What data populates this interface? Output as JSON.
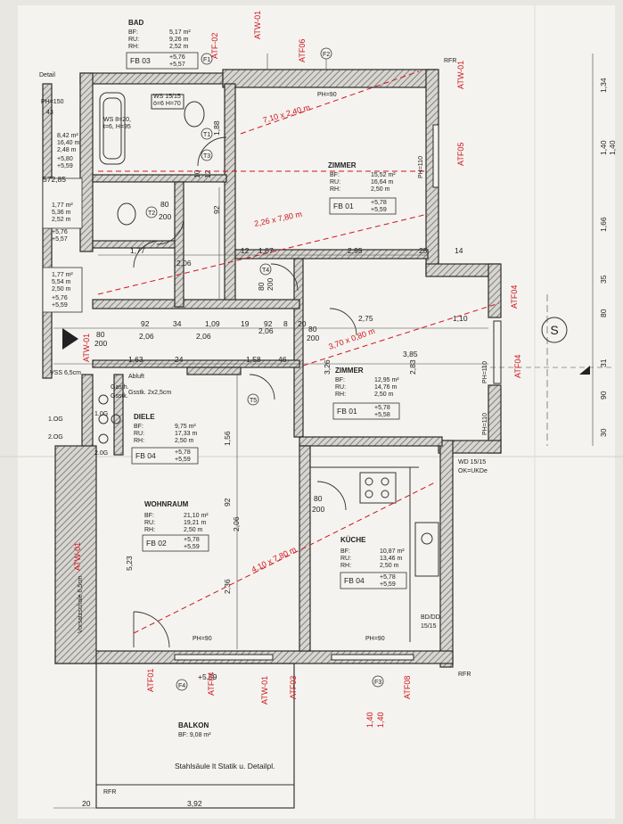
{
  "colors": {
    "paper": "#f4f3ef",
    "wall": "#2b2b2b",
    "hatch": "#777777",
    "red": "#d0141e",
    "line": "#333333"
  },
  "rooms": {
    "bad": {
      "name": "BAD",
      "bf": "5,17 m²",
      "ru": "9,26 m",
      "rh": "2,52 m",
      "fb": "FB 03",
      "h1": "+5,76",
      "h2": "+5,57"
    },
    "zimmer1": {
      "name": "ZIMMER",
      "bf": "15,52 m²",
      "ru": "16,64 m",
      "rh": "2,50 m",
      "fb": "FB 01",
      "h1": "+5,78",
      "h2": "+5,59"
    },
    "zimmer2": {
      "name": "ZIMMER",
      "bf": "12,95 m²",
      "ru": "14,76 m",
      "rh": "2,50 m",
      "fb": "FB 01",
      "h1": "+5,78",
      "h2": "+5,58"
    },
    "diele": {
      "name": "DIELE",
      "bf": "9,75 m²",
      "ru": "17,33 m",
      "rh": "2,50 m",
      "fb": "FB 04",
      "h1": "+5,78",
      "h2": "+5,59"
    },
    "wohnraum": {
      "name": "WOHNRAUM",
      "bf": "21,10 m²",
      "ru": "19,21 m",
      "rh": "2,50 m",
      "fb": "FB 02",
      "h1": "+5,78",
      "h2": "+5,59"
    },
    "kueche": {
      "name": "KÜCHE",
      "bf": "10,87 m²",
      "ru": "13,46 m",
      "rh": "2,50 m",
      "fb": "FB 04",
      "h1": "+5,78",
      "h2": "+5,59"
    },
    "balkon": {
      "name": "BALKON",
      "bf": "BF: 9,08 m²"
    }
  },
  "field_labels": {
    "bf": "BF:",
    "ru": "RU:",
    "rh": "RH:"
  },
  "left_strip": {
    "ph150": "PH=150",
    "detail": "Detail",
    "n43": "43",
    "bf1": "8,42 m²",
    "ru1": "16,40 m",
    "rh1": "2,48 m",
    "h1a": "+5,80",
    "h1b": "+5,59",
    "elev": "572,85",
    "bf2": "1,77 m²",
    "ru2": "5,36 m",
    "rh2": "2,52 m",
    "h2a": "+5,76",
    "h2b": "+5,57",
    "bf3": "1,77 m²",
    "ru3": "5,54 m",
    "rh3": "2,50 m",
    "h3a": "+5,76",
    "h3b": "+5,59",
    "vss": "VSS 6,5cm",
    "og1": "1.OG",
    "og2": "2.OG",
    "vorsatz": "Vorsatzschale 6,5cm"
  },
  "annotations": {
    "ws1": "WS 15/15",
    "ws2": "ö=6 H=70",
    "ws3": "WS 8=20,",
    "ws4": "t=6, H=95",
    "ph90_top": "PH=90",
    "ph90_a": "PH=90",
    "ph90_b": "PH=90",
    "ph110_a": "PH=110",
    "ph110_b": "PH=110",
    "ph110_c": "PH=110",
    "abluft1": "Abluft",
    "abluft2": "Gasth.",
    "abluft3": "Gsstk. 2x2,5cm",
    "abluft4": "Gsstk.",
    "wd": "WD 15/15",
    "ok": "OK=UKDe",
    "bddd": "BD/DD",
    "bddd2": "15/15",
    "stahl": "Stahlsäule lt Statik u. Detailpl.",
    "rfr1": "RFR",
    "rfr2": "RFR",
    "rfr3": "RFR",
    "elev559": "+5,59",
    "n1": "1.0G",
    "n2": "2.0G"
  },
  "dimensions": {
    "d1_77": "1,77",
    "d2_06a": "2,06",
    "d12a": "12",
    "d1_07": "1,07",
    "d2_95": "2,95",
    "d25": "25",
    "d14": "14",
    "d92a": "92",
    "d34": "34",
    "d1_09": "1,09",
    "d19": "19",
    "d92b": "92",
    "d8": "8",
    "d20": "20",
    "d2_75": "2,75",
    "d1_10": "1,10",
    "d2_06b": "2,06",
    "d2_06c": "2,06",
    "d2_06d": "2,06",
    "d1_63": "1,63",
    "d24": "24",
    "d1_58": "1,58",
    "d46": "46",
    "d3_85": "3,85",
    "d80_200a": "80",
    "d80_200a2": "200",
    "d80_200b": "80",
    "d80_200b2": "200",
    "d80_200c": "80",
    "d80_200c2": "200",
    "d80_200d": "80",
    "d80_200d2": "200",
    "d80_200e": "80",
    "d80_200e2": "200",
    "d5_23": "5,23",
    "d1_56": "1,56",
    "d2_36": "2,36",
    "d92v": "92",
    "d2_06v": "2,06",
    "d3_26": "3,26",
    "d2_83": "2,83",
    "d92_top": "92",
    "d1_88": "1,88",
    "d10": "10",
    "d12b": "12",
    "b20": "20",
    "b3_92": "3,92",
    "r1_34": "1,34",
    "r1_40": "1,40",
    "r1_40b": "1,40",
    "r1_66": "1,66",
    "r35": "35",
    "r80": "80",
    "r31": "31",
    "r90": "90",
    "r30": "30"
  },
  "axis_labels": {
    "f1": "F1",
    "f2": "F2",
    "f3": "F3",
    "f4": "F4",
    "t1": "T1",
    "t2": "T2",
    "t3": "T3",
    "t4": "T4",
    "t5": "T5"
  },
  "compass": {
    "letter": "S"
  },
  "handwritten": {
    "h_atw01a": "ATW-01",
    "h_atw01b": "ATW-01",
    "h_atw01c": "ATW-01",
    "h_atw01d": "ATW-01",
    "h_atw01e": "ATW-01",
    "h_atf02a": "ATF-02",
    "h_atf06": "ATF06",
    "h_atf05": "ATF05",
    "h_atf04a": "ATF04",
    "h_atf04b": "ATF04",
    "h_atf01": "ATF01",
    "h_atf08": "ATF08",
    "h_atf03": "ATF03",
    "h_atf04c": "ATF04",
    "h_d1": "7,10 x 2,40 m",
    "h_d2": "2,26 x 7,80 m",
    "h_d3": "3,70 x 0,80 m",
    "h_d4": "4,10 x 7,80 m",
    "h_d5": "1,40",
    "h_d6": "1,40"
  }
}
